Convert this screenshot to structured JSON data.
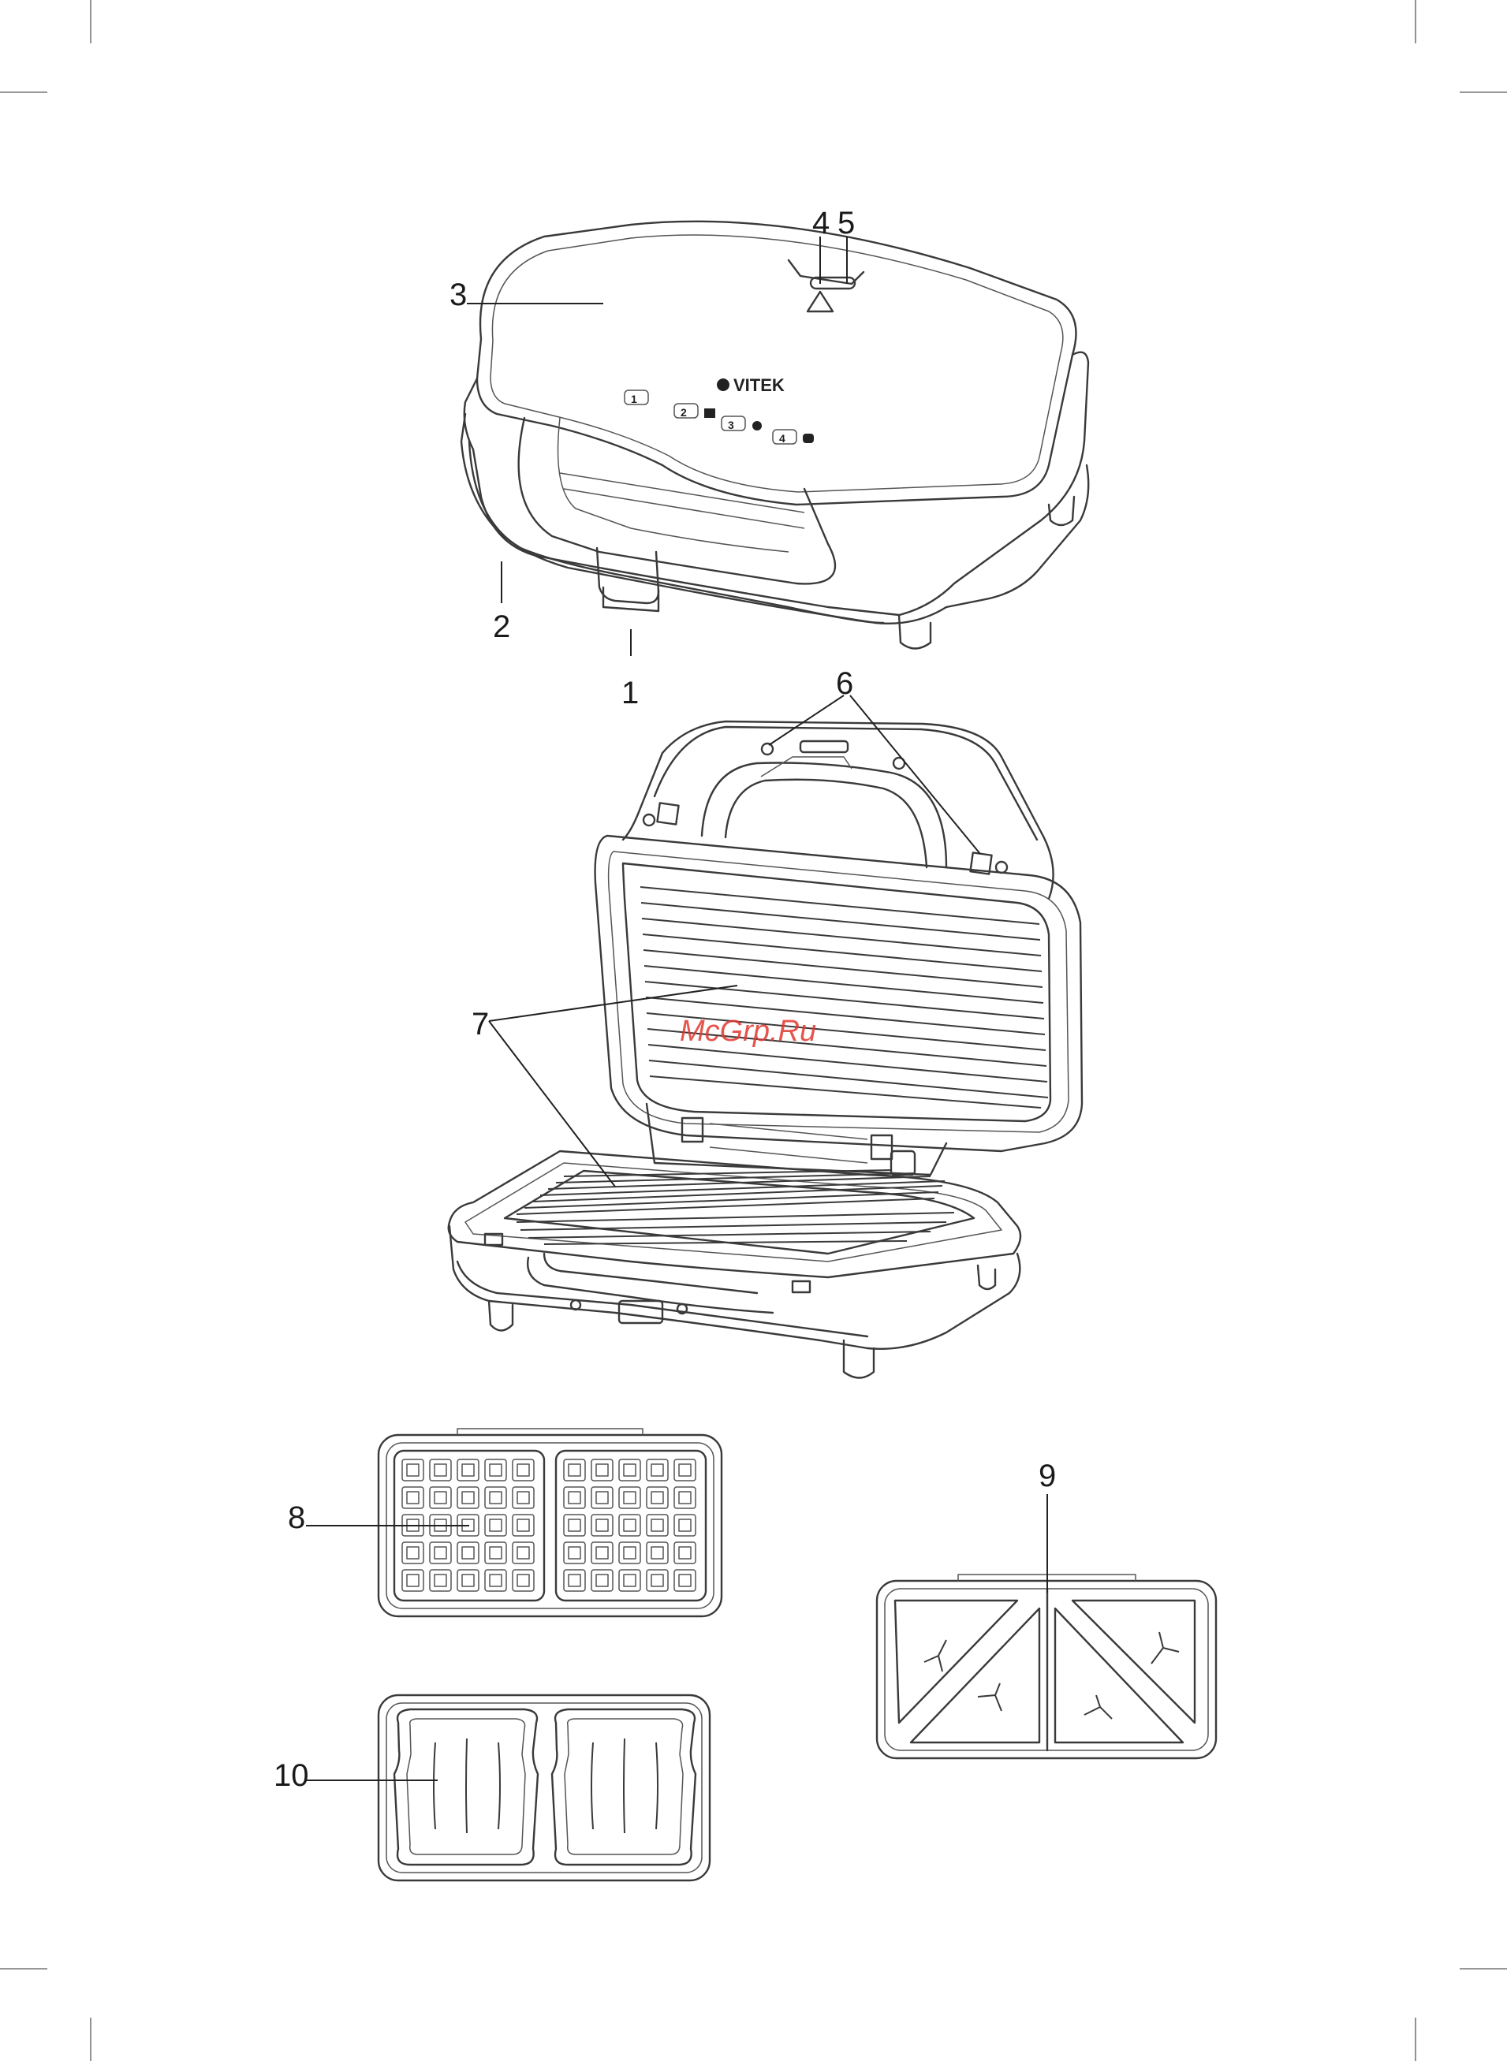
{
  "callouts": {
    "c1": "1",
    "c2": "2",
    "c3": "3",
    "c4": "4",
    "c5": "5",
    "c6": "6",
    "c7": "7",
    "c8": "8",
    "c9": "9",
    "c10": "10"
  },
  "brand": "VITEK",
  "watermark": "McGrp.Ru",
  "indicator_labels": [
    "1",
    "2",
    "3",
    "4"
  ]
}
